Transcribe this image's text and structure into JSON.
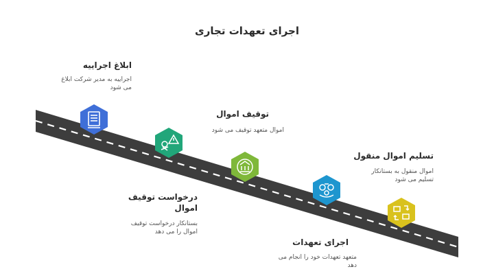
{
  "title": "اجرای تعهدات تجاری",
  "steps": [
    {
      "title": "ابلاغ اجراییه",
      "desc": "اجراییه به مدیر شرکت ابلاغ می شود",
      "color": "#3f6fd8",
      "icon": "document-icon"
    },
    {
      "title": "درخواست توقیف اموال",
      "desc": "بستانکار درخواست توقیف اموال را می دهد",
      "color": "#21a67a",
      "icon": "warning-icon"
    },
    {
      "title": "توقیف اموال",
      "desc": "اموال متعهد توقیف می شود",
      "color": "#7fb83a",
      "icon": "bank-icon"
    },
    {
      "title": "اجرای تعهدات",
      "desc": "متعهد تعهدات خود را انجام می دهد",
      "color": "#1e96cf",
      "icon": "exchange-icon"
    },
    {
      "title": "تسلیم اموال منقول",
      "desc": "اموال منقول به بستانکار تسلیم می شود",
      "color": "#d9c21d",
      "icon": "transfer-icon"
    }
  ]
}
